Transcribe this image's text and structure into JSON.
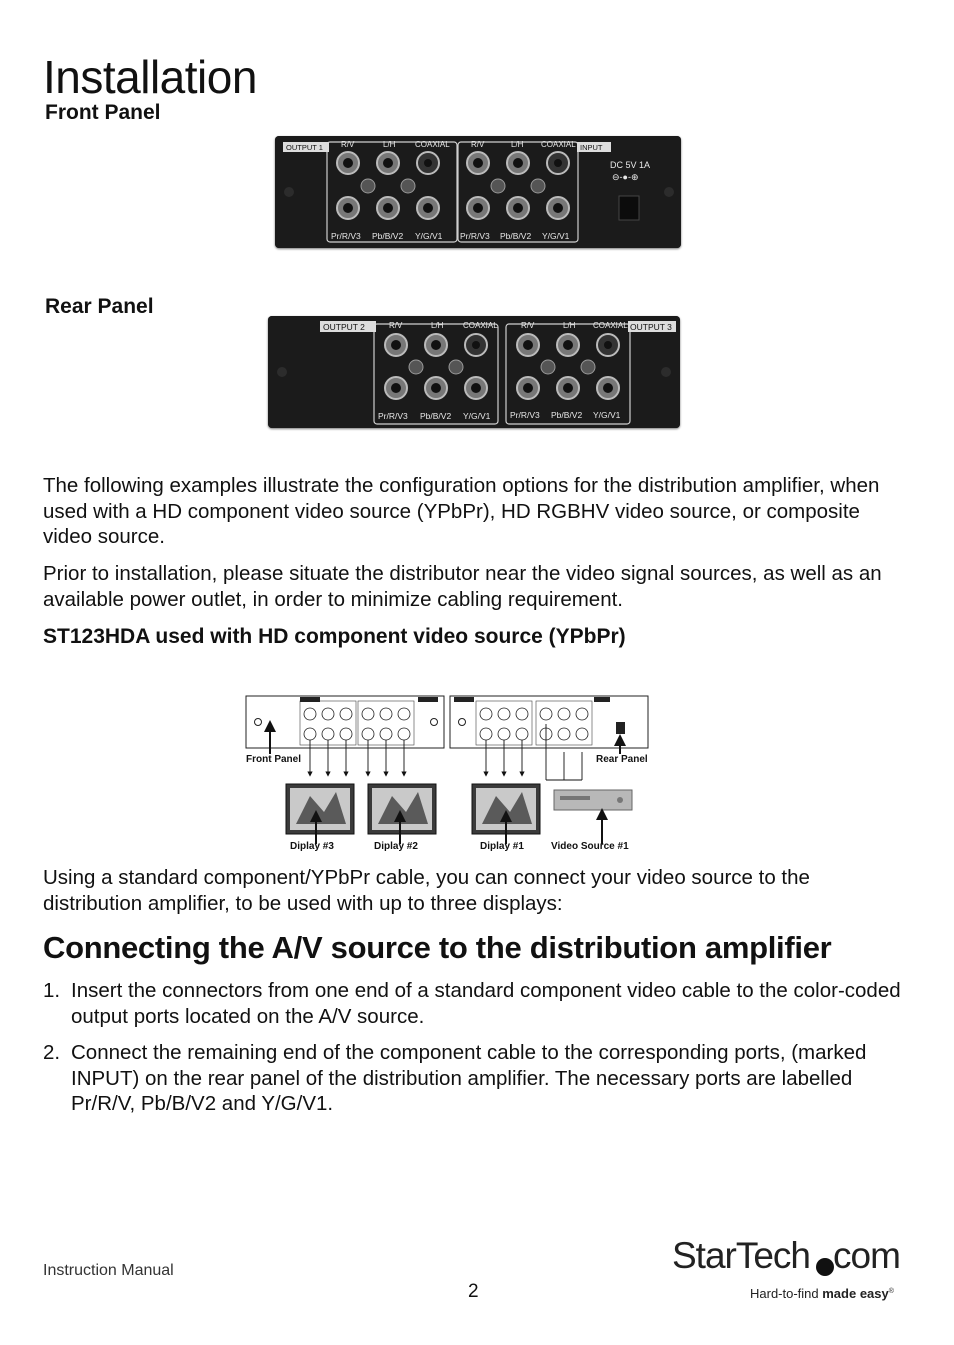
{
  "page": {
    "title": "Installation",
    "front_panel_heading": "Front Panel",
    "rear_panel_heading": "Rear Panel",
    "paragraph_1": "The following examples illustrate the configuration options for the distribution amplifier, when used with a HD component video source (YPbPr), HD RGBHV video source, or composite video source.",
    "paragraph_2": "Prior to installation, please situate the distributor near the video signal sources, as well as an available power outlet, in order to minimize cabling requirement.",
    "component_heading": "ST123HDA used with HD component video source (YPbPr)",
    "paragraph_3": "Using a standard component/YPbPr cable, you can connect your video source to the distribution amplifier, to be used with up to three displays:",
    "section_heading": "Connecting the A/V source to the distribution amplifier",
    "steps": [
      {
        "num": "1.",
        "text": "Insert the connectors from one end of a standard component video cable to the color-coded output ports located on the A/V source."
      },
      {
        "num": "2.",
        "text": "Connect the remaining end of the component cable to the corresponding ports, (marked INPUT) on the rear panel of the distribution amplifier. The necessary ports are labelled Pr/R/V, Pb/B/V2 and Y/G/V1."
      }
    ]
  },
  "front_panel": {
    "output_label": "OUTPUT 1",
    "input_label": "INPUT",
    "group_labels": [
      "R/V",
      "L/H",
      "COAXIAL",
      "R/V",
      "L/H",
      "COAXIAL"
    ],
    "port_labels": [
      "Pr/R/V3",
      "Pb/B/V2",
      "Y/G/V1",
      "Pr/R/V3",
      "Pb/B/V2",
      "Y/G/V1"
    ],
    "power_label": "DC 5V 1A",
    "polarity": "⊖-●-⊕"
  },
  "rear_panel": {
    "output_left_label": "OUTPUT 2",
    "output_right_label": "OUTPUT 3",
    "group_labels": [
      "R/V",
      "L/H",
      "COAXIAL",
      "R/V",
      "L/H",
      "COAXIAL"
    ],
    "port_labels": [
      "Pr/R/V3",
      "Pb/B/V2",
      "Y/G/V1",
      "Pr/R/V3",
      "Pb/B/V2",
      "Y/G/V1"
    ]
  },
  "diagram": {
    "front_panel_caption": "Front Panel",
    "rear_panel_caption": "Rear Panel",
    "display_3": "Diplay #3",
    "display_2": "Diplay #2",
    "display_1": "Diplay #1",
    "video_source": "Video Source #1"
  },
  "footer": {
    "manual_label": "Instruction Manual",
    "page_number": "2",
    "logo_text_1": "StarTech",
    "logo_text_2": "com",
    "tagline_1": "Hard-to-find ",
    "tagline_2": "made easy",
    "registered": "®"
  },
  "colors": {
    "panel": "#1b1b1b",
    "panel_text": "#e8e8e8",
    "text": "#111111"
  }
}
